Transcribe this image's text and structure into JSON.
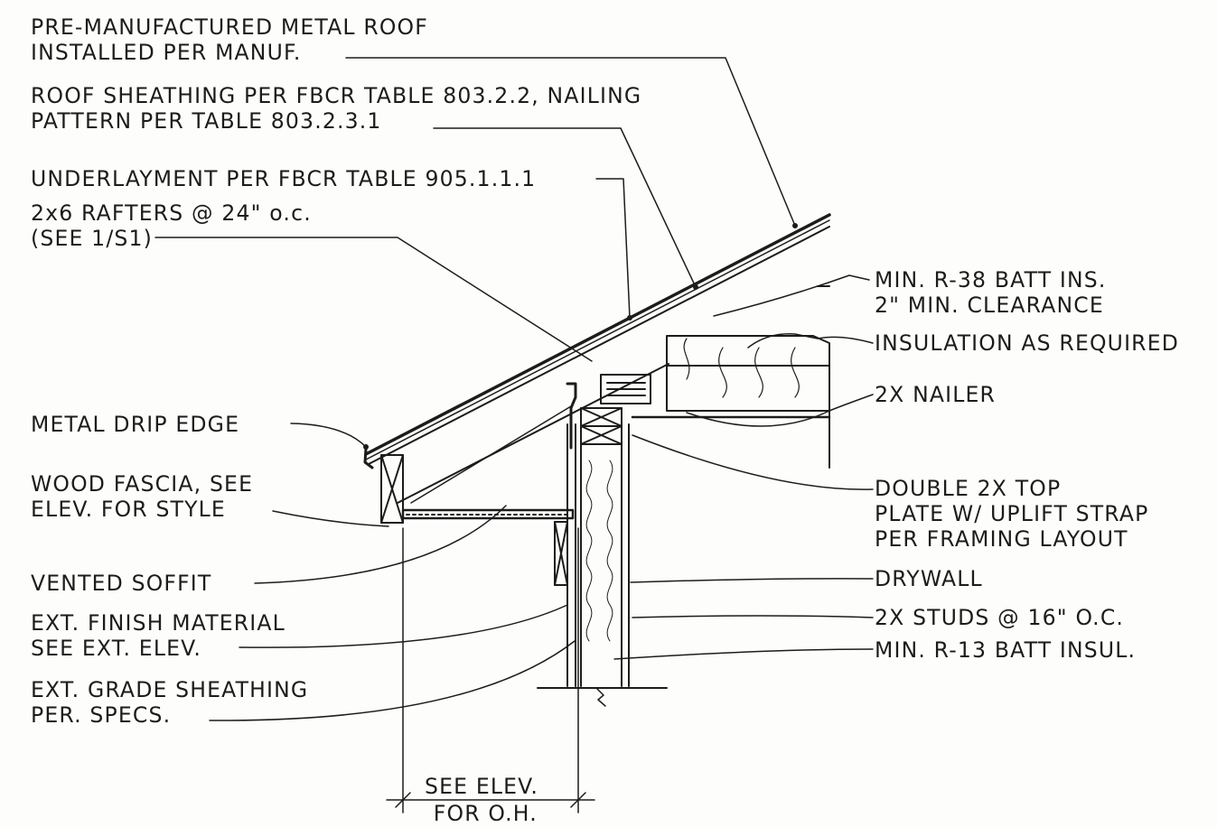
{
  "callouts": {
    "metal_roof": [
      "PRE-MANUFACTURED METAL ROOF",
      "INSTALLED PER MANUF."
    ],
    "roof_sheathing": [
      "ROOF SHEATHING PER FBCR TABLE 803.2.2, NAILING",
      "PATTERN PER TABLE 803.2.3.1"
    ],
    "underlayment": [
      "UNDERLAYMENT PER FBCR TABLE 905.1.1.1"
    ],
    "rafters": [
      "2x6 RAFTERS @ 24\" o.c.",
      "(SEE 1/S1)"
    ],
    "metal_drip_edge": [
      "METAL DRIP EDGE"
    ],
    "wood_fascia": [
      "WOOD FASCIA, SEE",
      "ELEV. FOR STYLE"
    ],
    "vented_soffit": [
      "VENTED SOFFIT"
    ],
    "ext_finish": [
      "EXT. FINISH MATERIAL",
      "SEE EXT. ELEV."
    ],
    "ext_sheathing": [
      "EXT. GRADE SHEATHING",
      "PER. SPECS."
    ],
    "batt_r38": [
      "MIN. R-38 BATT INS.",
      "2\" MIN. CLEARANCE"
    ],
    "insulation": [
      "INSULATION AS REQUIRED"
    ],
    "nailer": [
      "2X NAILER"
    ],
    "top_plate": [
      "DOUBLE 2X TOP",
      "PLATE W/ UPLIFT STRAP",
      "PER FRAMING LAYOUT"
    ],
    "drywall": [
      "DRYWALL"
    ],
    "studs": [
      "2X STUDS @ 16\" O.C."
    ],
    "batt_r13": [
      "MIN. R-13 BATT INSUL."
    ],
    "overhang_dim": [
      "SEE ELEV.",
      "FOR O.H."
    ]
  },
  "colors": {
    "ink": "#1c1c1c",
    "paper": "#fdfdfb"
  }
}
